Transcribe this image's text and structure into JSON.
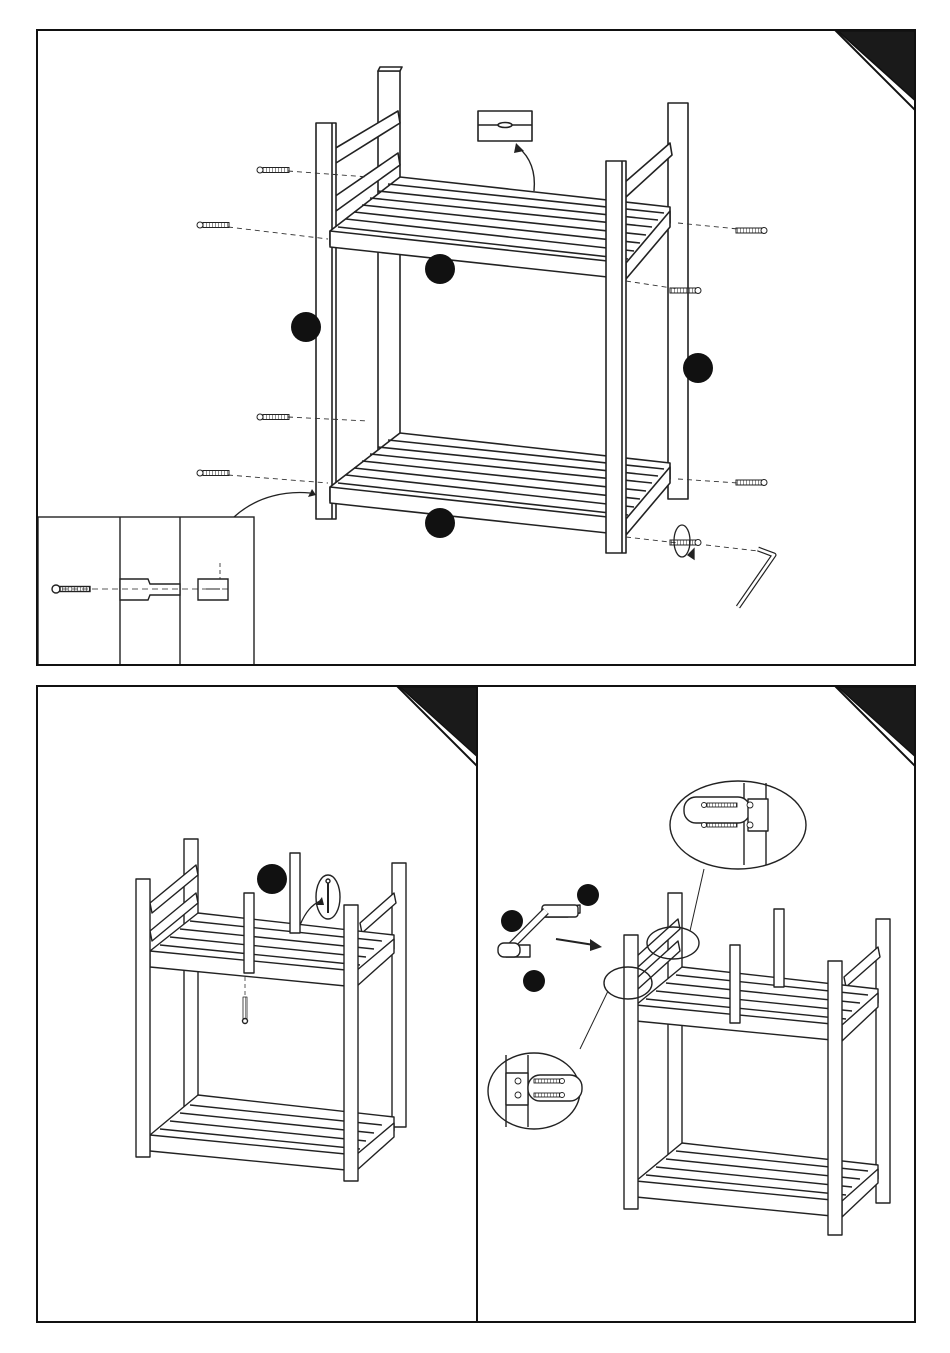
{
  "document": {
    "type": "assembly-instructions",
    "panels": [
      {
        "id": "step-1",
        "title": ""
      },
      {
        "id": "step-2",
        "title": ""
      },
      {
        "id": "step-3",
        "title": ""
      }
    ]
  }
}
